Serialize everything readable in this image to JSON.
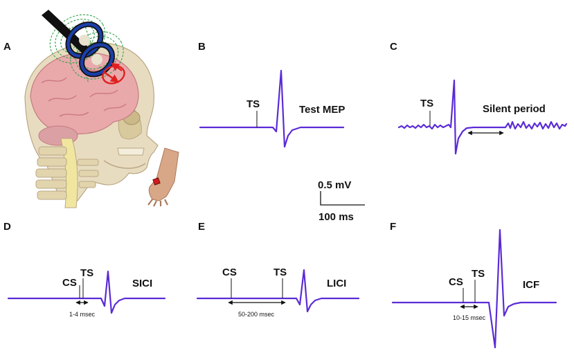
{
  "panels": {
    "a": "A",
    "b": "B",
    "c": "C",
    "d": "D",
    "e": "E",
    "f": "F"
  },
  "b": {
    "ts": "TS",
    "name": "Test MEP"
  },
  "c": {
    "ts": "TS",
    "name": "Silent period"
  },
  "scale": {
    "voltage": "0.5 mV",
    "time": "100 ms"
  },
  "d": {
    "cs": "CS",
    "ts": "TS",
    "name": "SICI",
    "interval": "1-4 msec"
  },
  "e": {
    "cs": "CS",
    "ts": "TS",
    "name": "LICI",
    "interval": "50-200 msec"
  },
  "f": {
    "cs": "CS",
    "ts": "TS",
    "name": "ICF",
    "interval": "10-15 msec"
  },
  "colors": {
    "trace": "#5b2bd6",
    "coil": "#1b3fa8",
    "current": "#e02020",
    "field": "#2ea24a"
  }
}
